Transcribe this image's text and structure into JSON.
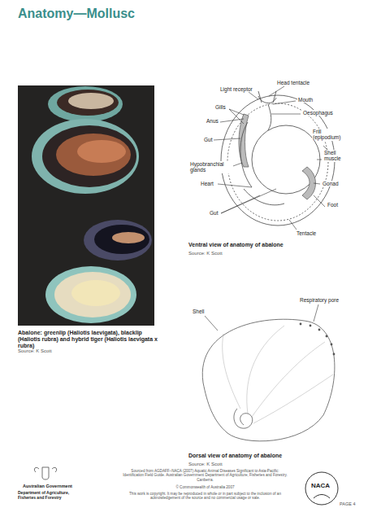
{
  "diagram": {
    "title": "Anatomy—Mollusc",
    "labels": [
      "Light receptor",
      "Head tentacle",
      "Gills",
      "Mouth",
      "Anus",
      "Oesophagus",
      "Gut",
      "Frill (epipodium)",
      "Shell muscle",
      "Hypobranchial glands",
      "Heart",
      "Gonad",
      "Gut",
      "Foot",
      "Tentacle",
      "Ventral view of anatomy of abalone",
      "Source: K Scott",
      "Respiratory pore",
      "Shell",
      "Dorsal view of anatomy of abalone",
      "Source: K Scott",
      "Abalone: greenlip (Haliotis laevigata), blacklip (Haliotis rubra) and hybrid tiger (Haliotis laevigata x rubra)",
      "Source: K Scott",
      "Australian Government",
      "Department of Agriculture, Fisheries and Forestry",
      "Sourced from AGDAFF–NACA (2007) Aquatic Animal Diseases Significant to Asia-Pacific: Identification Field Guide. Australian Government Department of Agriculture, Fisheries and Forestry. Canberra.",
      "© Commonwealth of Australia 2007",
      "This work is copyright. It may be reproduced in whole or in part subject to the inclusion of an acknowledgement of the source and no commercial usage or sale.",
      "NACA",
      "PAGE 4"
    ]
  }
}
